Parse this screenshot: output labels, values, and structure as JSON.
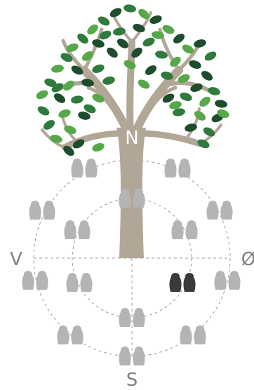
{
  "labels": {
    "north": "N",
    "south": "S",
    "west": "V",
    "east": "Ø"
  },
  "colors": {
    "trunk": "#b2a697",
    "leaf_dark": "#1d4d2c",
    "leaf_mid": "#2f7a3c",
    "leaf_light": "#57a84a",
    "footprint_gray": "#b4b4b4",
    "footprint_dark": "#3a3a3a",
    "guide_lines": "#9c9c9c"
  },
  "footprint_highlighted": "east-inner"
}
